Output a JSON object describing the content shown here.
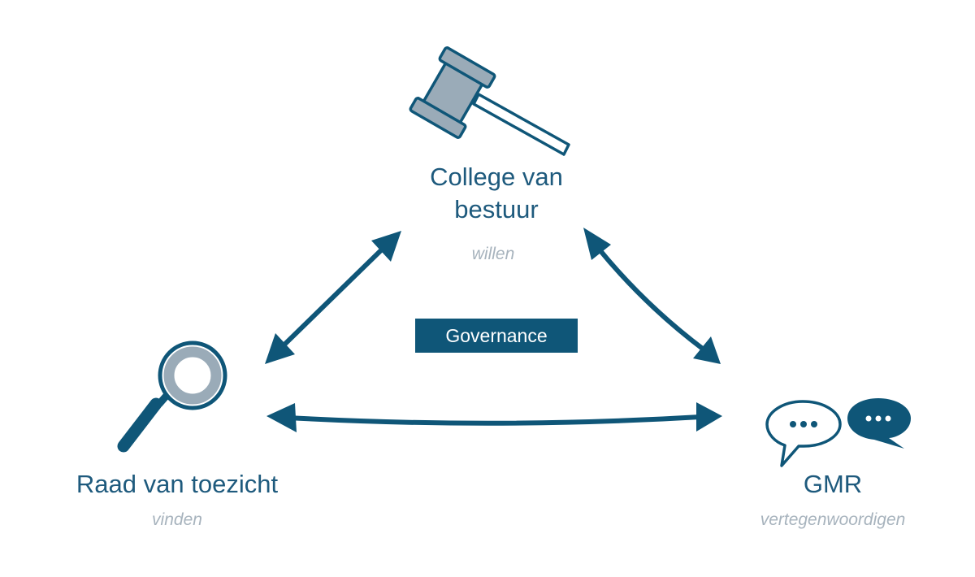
{
  "nodes": {
    "college": {
      "title_line1": "College van",
      "title_line2": "bestuur",
      "subtitle": "willen"
    },
    "raad": {
      "title": "Raad van toezicht",
      "subtitle": "vinden"
    },
    "gmr": {
      "title": "GMR",
      "subtitle": "vertegenwoordigen"
    }
  },
  "center": {
    "label": "Governance"
  },
  "colors": {
    "primary": "#0f5678",
    "text": "#1e5a7d",
    "subtitle": "#a7b3bd",
    "icon_fill": "#9aabb8"
  },
  "icons": {
    "college": "gavel-icon",
    "raad": "magnifying-glass-icon",
    "gmr": "speech-bubbles-icon"
  }
}
